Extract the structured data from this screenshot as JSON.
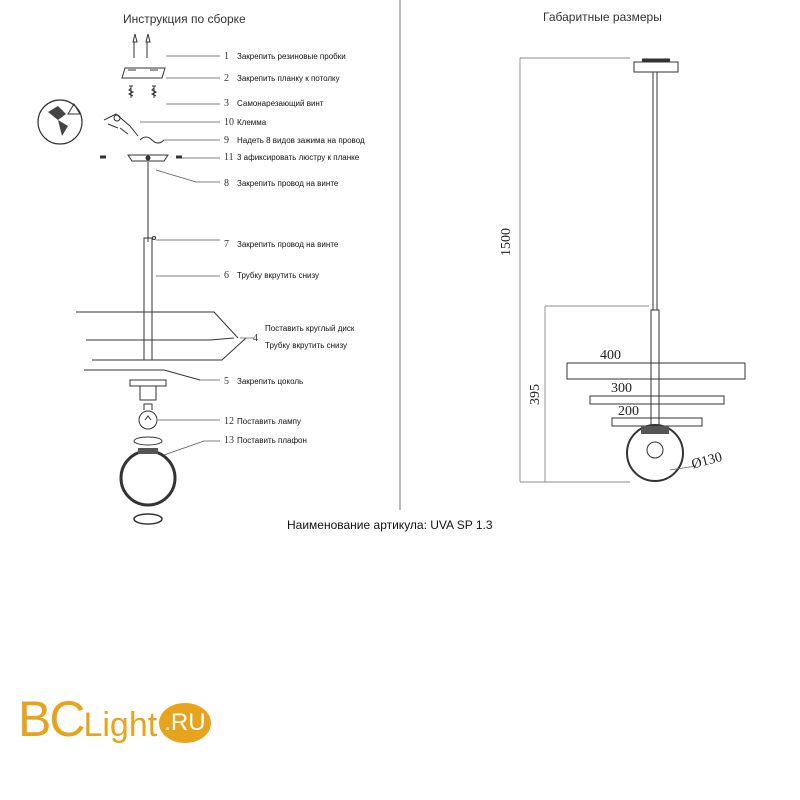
{
  "assembly": {
    "title": "Инструкция по сборке",
    "steps": [
      {
        "num": "1",
        "text": "Закрепить резиновые пробки"
      },
      {
        "num": "2",
        "text": "Закрепить планку к потолку"
      },
      {
        "num": "3",
        "text": "Самонарезающий винт"
      },
      {
        "num": "10",
        "text": "Клемма"
      },
      {
        "num": "9",
        "text": "Надеть 8 видов зажима на провод"
      },
      {
        "num": "11",
        "text": "3 афиксировать люстру к планке"
      },
      {
        "num": "8",
        "text": "Закрепить провод на винте"
      },
      {
        "num": "7",
        "text": "Закрепить провод на винте"
      },
      {
        "num": "6",
        "text": "Трубку вкрутить снизу"
      },
      {
        "num": "4",
        "text": "Поставить круглый диск"
      },
      {
        "num": "",
        "text": "Трубку вкрутить снизу"
      },
      {
        "num": "5",
        "text": "Закрепить цоколь"
      },
      {
        "num": "12",
        "text": "Поставить лампу"
      },
      {
        "num": "13",
        "text": "Поставить плафон"
      }
    ]
  },
  "dimensions": {
    "title": "Габаритные размеры",
    "height_total": "1500",
    "height_lamp": "395",
    "disk_large": "400",
    "disk_medium": "300",
    "disk_small": "200",
    "shade_diameter": "Ø130"
  },
  "article": {
    "label": "Наименование артикула: UVA SP 1.3"
  },
  "logo": {
    "part1": "BC",
    "part2": "Light",
    "part3": ".RU",
    "brand_color": "#e8a31c"
  }
}
